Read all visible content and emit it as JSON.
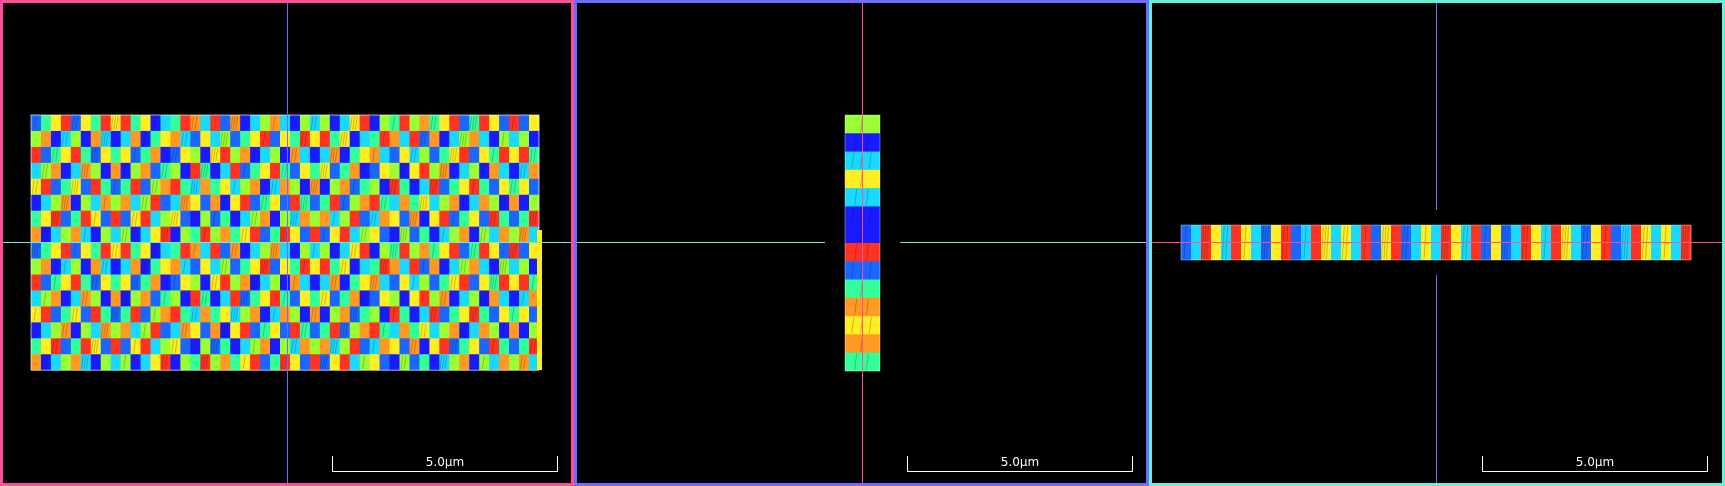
{
  "viewports": [
    {
      "name": "xy-view",
      "border_color": "#ff4f9b",
      "h_axis_color": "#63f2d8",
      "v_axis_color": "#6f6cff",
      "scalebar_label": "5.0µm",
      "view": "xy"
    },
    {
      "name": "yz-view",
      "border_color": "#6f6cff",
      "h_axis_color": "#63f2d8",
      "v_axis_color": "#ff4f9b",
      "scalebar_label": "5.0µm",
      "view": "yz"
    },
    {
      "name": "xz-view",
      "border_color": "#63f2d8",
      "h_axis_color": "#ff4f9b",
      "v_axis_color": "#6f6cff",
      "scalebar_label": "5.0µm",
      "view": "xz"
    }
  ],
  "palette": [
    "#1a1aff",
    "#1a66ff",
    "#1ad9ff",
    "#33ff99",
    "#99ff33",
    "#ffee22",
    "#ff9922",
    "#ff3322"
  ],
  "column_cycle_xy": [
    1,
    3,
    5,
    7,
    0,
    4,
    2,
    6,
    3,
    5
  ],
  "row_cycle_yz": [
    4,
    0,
    2,
    5,
    2,
    0,
    0,
    7,
    1,
    3,
    6,
    5,
    6,
    3
  ],
  "column_cycle_xz": [
    1,
    2,
    7,
    5,
    2,
    7,
    5,
    2,
    7,
    1,
    5,
    7
  ]
}
